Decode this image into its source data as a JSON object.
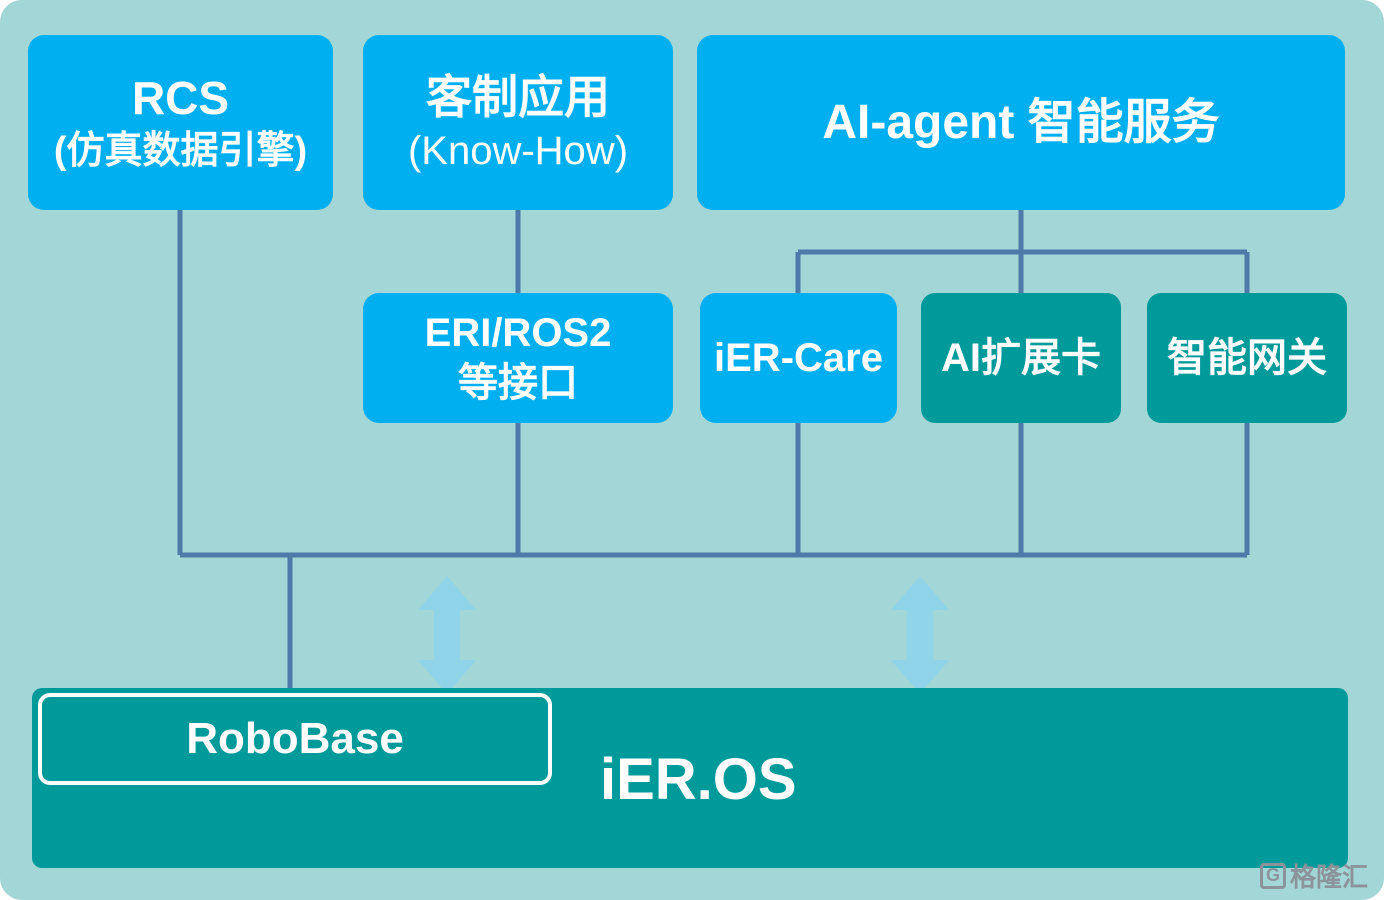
{
  "colors": {
    "background": "#a3d6d7",
    "blue_box": "#00aff0",
    "teal_box": "#009a9b",
    "connector": "#4d7aa9",
    "arrow": "#8fd4e8",
    "text": "#ffffff",
    "watermark": "#8b949a"
  },
  "boxes": {
    "rcs": {
      "line1": "RCS",
      "line2": "(仿真数据引擎)"
    },
    "custom_app": {
      "line1": "客制应用",
      "line2": "(Know-How)"
    },
    "ai_agent": {
      "label": "AI-agent 智能服务"
    },
    "eri_ros2": {
      "line1": "ERI/ROS2",
      "line2": "等接口"
    },
    "ier_care": {
      "label": "iER-Care"
    },
    "ai_expansion_card": {
      "label": "AI扩展卡"
    },
    "smart_gateway": {
      "label": "智能网关"
    },
    "robobase": {
      "label": "RoboBase"
    },
    "ier_os": {
      "label": "iER.OS"
    }
  },
  "watermark": {
    "logo": "G",
    "label": "格隆汇"
  }
}
